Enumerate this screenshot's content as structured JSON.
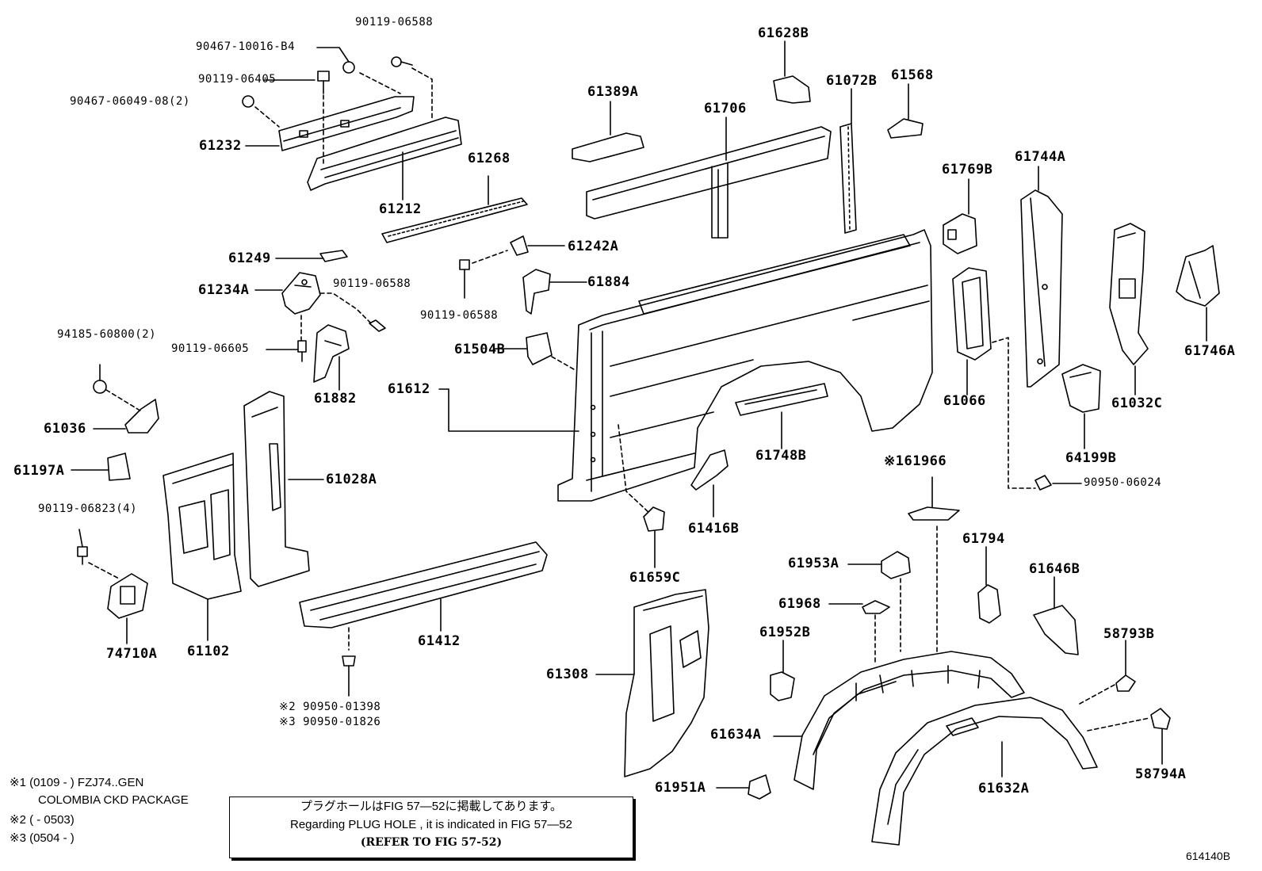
{
  "labels": [
    "90119-06588",
    "90467-10016-B4",
    "90119-06405",
    "90467-06049-08(2)",
    "61232",
    "61212",
    "61268",
    "61249",
    "61234A",
    "90119-06588",
    "94185-60800(2)",
    "90119-06605",
    "61882",
    "61036",
    "61197A",
    "90119-06823(4)",
    "74710A",
    "61102",
    "61028A",
    "61412",
    "61628B",
    "61389A",
    "61706",
    "61072B",
    "61568",
    "61242A",
    "90119-06588",
    "61884",
    "61504B",
    "61612",
    "61748B",
    "61416B",
    "61659C",
    "61308",
    "61769B",
    "61744A",
    "61066",
    "61032C",
    "61746A",
    "64199B",
    "90950-06024",
    "※161966",
    "61953A",
    "61968",
    "61952B",
    "61634A",
    "61951A",
    "61794",
    "61646B",
    "58793B",
    "61632A",
    "58794A"
  ],
  "footnotes": {
    "fn1_line1": "※1 (0109 -          ) FZJ74..GEN",
    "fn1_line2": "COLOMBIA CKD PACKAGE",
    "fn2": "※2 (          - 0503)",
    "fn3": "※3 (0504 -          )",
    "fn_part2": "※2 90950-01398",
    "fn_part3": "※3 90950-01826"
  },
  "reference_box": {
    "line1": "プラグホールはFIG 57―52に掲載してあります。",
    "line2": "Regarding  PLUG  HOLE , it is indicated in FIG  57―52",
    "line3": "(REFER TO FIG 57-52)"
  },
  "figure_id": "614140B"
}
